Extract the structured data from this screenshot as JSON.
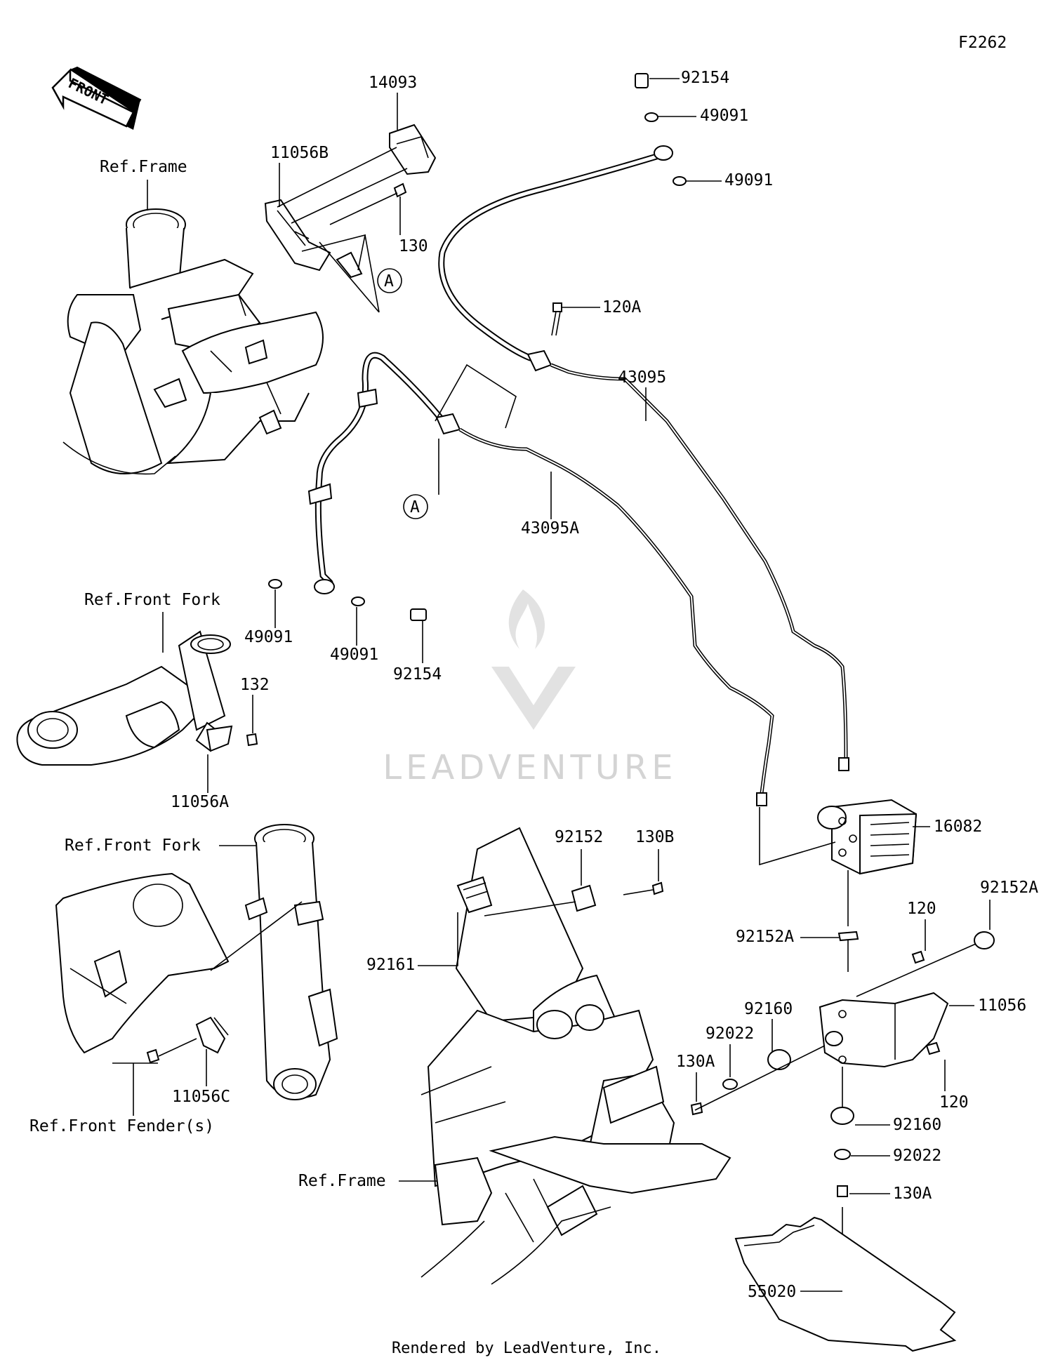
{
  "diagram_code": "F2262",
  "front_arrow_text": "FRONT",
  "watermark": "LEADVENTURE",
  "footer": "Rendered by LeadVenture, Inc.",
  "marker_a": "A",
  "callouts": {
    "c92154_top": "92154",
    "c49091_top1": "49091",
    "c49091_top2": "49091",
    "c14093": "14093",
    "c11056B": "11056B",
    "c130": "130",
    "c120A": "120A",
    "c43095": "43095",
    "c43095A": "43095A",
    "c49091_l1": "49091",
    "c49091_l2": "49091",
    "c92154_l": "92154",
    "c132": "132",
    "c11056A": "11056A",
    "c92152": "92152",
    "c130B": "130B",
    "c16082": "16082",
    "c92161": "92161",
    "c92152A_r": "92152A",
    "c120_t": "120",
    "c92152A_l": "92152A",
    "c11056": "11056",
    "c92160_t": "92160",
    "c92022_t": "92022",
    "c130A_t": "130A",
    "c120_b": "120",
    "c92160_b": "92160",
    "c92022_b": "92022",
    "c130A_b": "130A",
    "c11056C": "11056C",
    "c55020": "55020"
  },
  "refs": {
    "ref_frame_top": "Ref.Frame",
    "ref_front_fork_1": "Ref.Front Fork",
    "ref_front_fork_2": "Ref.Front Fork",
    "ref_front_fender": "Ref.Front Fender(s)",
    "ref_frame_bottom": "Ref.Frame"
  }
}
